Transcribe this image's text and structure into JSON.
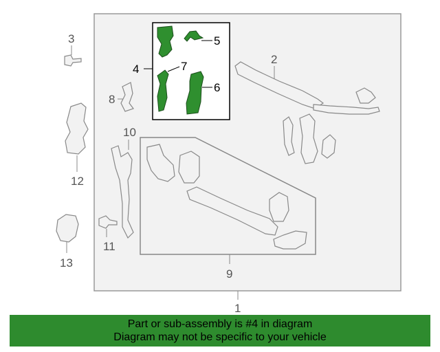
{
  "diagram": {
    "callouts": {
      "c1": "1",
      "c2": "2",
      "c3": "3",
      "c4": "4",
      "c5": "5",
      "c6": "6",
      "c7": "7",
      "c8": "8",
      "c9": "9",
      "c10": "10",
      "c11": "11",
      "c12": "12",
      "c13": "13"
    },
    "highlight_color": "#2f8f2f",
    "highlighted_callout": "4"
  },
  "banner": {
    "line1": "Part or sub-assembly is #4 in diagram",
    "line2": "Diagram may not be specific to your vehicle",
    "background": "#2e8b2e"
  }
}
